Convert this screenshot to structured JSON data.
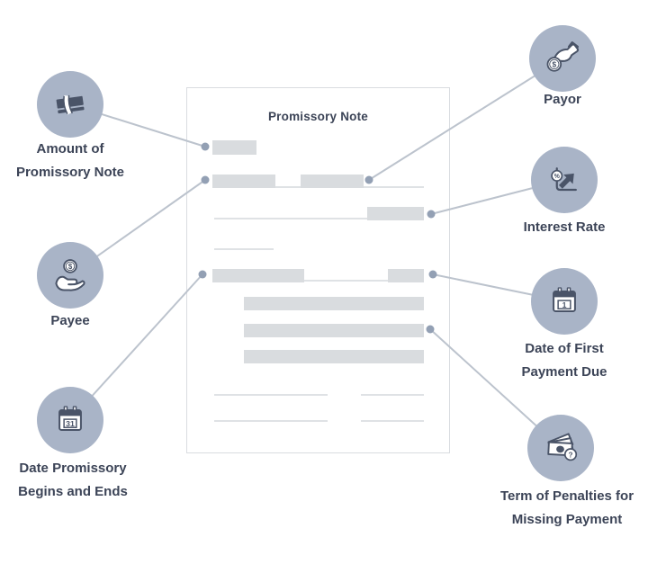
{
  "diagram": {
    "document": {
      "title": "Promissory Note",
      "description": "document mockup with gray placeholder text bars and signature lines"
    },
    "features": [
      {
        "id": "amount",
        "icon": "cash-stack-icon",
        "lines": [
          "Amount of",
          "Promissory Note"
        ]
      },
      {
        "id": "payor",
        "icon": "hand-giving-coin-icon",
        "lines": [
          "Payor"
        ]
      },
      {
        "id": "interest",
        "icon": "percent-growth-chart-icon",
        "lines": [
          "Interest Rate"
        ]
      },
      {
        "id": "payee",
        "icon": "hand-receiving-coin-icon",
        "lines": [
          "Payee"
        ]
      },
      {
        "id": "first-payment",
        "icon": "calendar-day-1-icon",
        "lines": [
          "Date of First",
          "Payment Due"
        ],
        "number": "1"
      },
      {
        "id": "term-dates",
        "icon": "calendar-day-31-icon",
        "lines": [
          "Date Promissory",
          "Begins and Ends"
        ],
        "number": "31"
      },
      {
        "id": "penalties",
        "icon": "cash-question-icon",
        "lines": [
          "Term of Penalties for",
          "Missing Payment"
        ]
      }
    ],
    "icon_glyphs": {
      "dollar": "$",
      "percent": "%",
      "question": "?"
    },
    "colors": {
      "circle_fill": "#a9b4c7",
      "icon_ink": "#4a5468",
      "label_text": "#3c4457",
      "connector_line": "#bcc3cd",
      "connector_dot": "#93a0b4",
      "placeholder_bar": "#d9dcdf",
      "thin_line": "#dfe2e5",
      "document_border": "#d9dce0",
      "background": "#ffffff"
    }
  }
}
